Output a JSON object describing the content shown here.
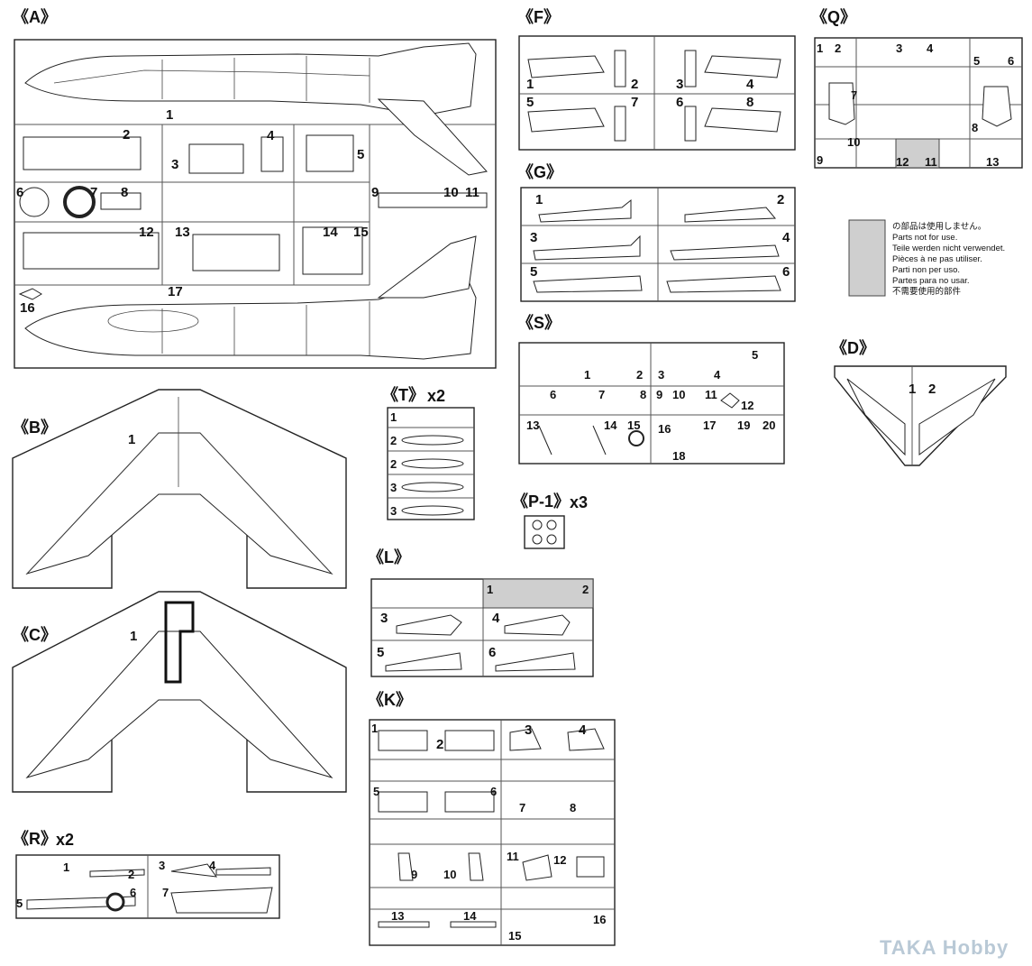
{
  "sprues": {
    "A": {
      "label": "《A》"
    },
    "B": {
      "label": "《B》"
    },
    "C": {
      "label": "《C》"
    },
    "D": {
      "label": "《D》"
    },
    "F": {
      "label": "《F》"
    },
    "G": {
      "label": "《G》"
    },
    "K": {
      "label": "《K》"
    },
    "L": {
      "label": "《L》"
    },
    "P1": {
      "label": "《P-1》",
      "qty": "x3"
    },
    "Q": {
      "label": "《Q》"
    },
    "R": {
      "label": "《R》",
      "qty": "x2"
    },
    "S": {
      "label": "《S》"
    },
    "T": {
      "label": "《T》",
      "qty": "x2"
    }
  },
  "parts_not_for_use_legend": [
    "の部品は使用しません。",
    "Parts not for use.",
    "Teile werden nicht verwendet.",
    "Pièces à ne pas utiliser.",
    "Parti non per uso.",
    "Partes para no usar.",
    "不需要使用的部件"
  ],
  "numbers": {
    "A": [
      "1",
      "2",
      "3",
      "4",
      "5",
      "6",
      "7",
      "8",
      "9",
      "10",
      "11",
      "12",
      "13",
      "14",
      "15",
      "16",
      "17"
    ],
    "B": [
      "1"
    ],
    "C": [
      "1"
    ],
    "D": [
      "1",
      "2"
    ],
    "F": [
      "1",
      "2",
      "3",
      "4",
      "5",
      "7",
      "6",
      "8"
    ],
    "G": [
      "1",
      "2",
      "3",
      "4",
      "5",
      "6"
    ],
    "K": [
      "1",
      "2",
      "3",
      "4",
      "5",
      "6",
      "7",
      "8",
      "9",
      "10",
      "11",
      "12",
      "13",
      "14",
      "15",
      "16"
    ],
    "L": [
      "1",
      "2",
      "3",
      "4",
      "5",
      "6"
    ],
    "Q": [
      "1",
      "2",
      "3",
      "4",
      "5",
      "6",
      "7",
      "8",
      "9",
      "10",
      "12",
      "11",
      "13"
    ],
    "R": [
      "1",
      "2",
      "3",
      "4",
      "5",
      "6",
      "7"
    ],
    "S": [
      "1",
      "2",
      "3",
      "4",
      "5",
      "6",
      "7",
      "8",
      "9",
      "10",
      "11",
      "12",
      "13",
      "14",
      "15",
      "16",
      "17",
      "18",
      "19",
      "20"
    ],
    "T": [
      "1",
      "2",
      "2",
      "3",
      "3"
    ]
  },
  "watermark": "TAKA Hobby",
  "colors": {
    "not_for_use_fill": "#cfcfcf",
    "watermark": "#b9c9d6"
  }
}
